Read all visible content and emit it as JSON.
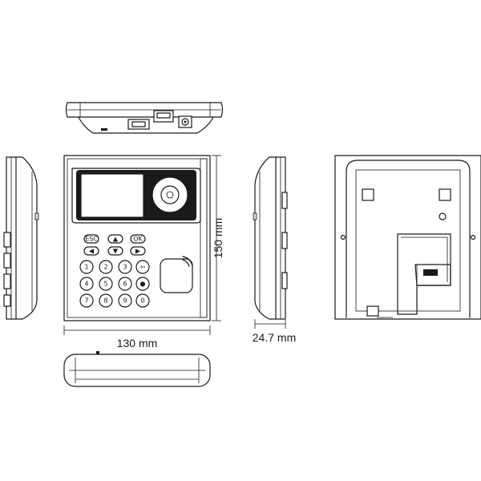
{
  "dimensions": {
    "width": "130 mm",
    "height": "150 mm",
    "depth": "24.7 mm"
  },
  "keypad": {
    "function_keys": [
      "ESC",
      "▲",
      "OK",
      "◀",
      "▼",
      "▶"
    ],
    "number_keys": [
      "1",
      "2",
      "3",
      "⇦",
      "4",
      "5",
      "6",
      "●",
      "7",
      "8",
      "9",
      "0"
    ]
  },
  "colors": {
    "line": "#1a1a1a",
    "background": "#ffffff"
  }
}
